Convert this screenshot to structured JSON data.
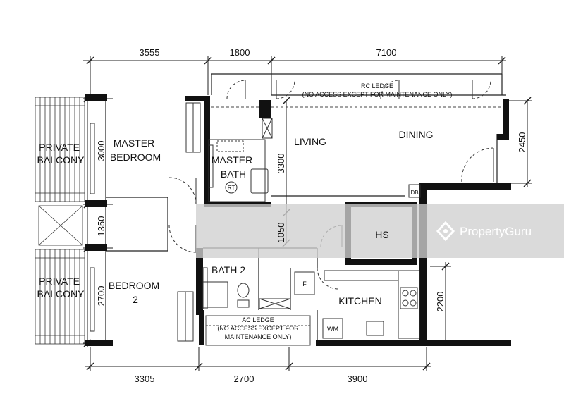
{
  "dimensions": {
    "top": [
      "3555",
      "1800",
      "7100"
    ],
    "bottom": [
      "3305",
      "2700",
      "3900"
    ],
    "left": [
      "3000",
      "1350",
      "2700"
    ],
    "inner": [
      "3300",
      "1050"
    ],
    "right": [
      "2450",
      "2200"
    ]
  },
  "rooms": {
    "private_balcony_1": "PRIVATE BALCONY",
    "private_balcony_2": "PRIVATE BALCONY",
    "master_bedroom": "MASTER BEDROOM",
    "master_bath": "MASTER BATH",
    "living": "LIVING",
    "dining": "DINING",
    "bath_2": "BATH 2",
    "bedroom_2": "BEDROOM 2",
    "kitchen": "KITCHEN",
    "hs": "HS"
  },
  "ledges": {
    "rc_ledge_title": "RC LEDGE",
    "rc_ledge_note": "(NO ACCESS EXCEPT FOR MAINTENANCE ONLY)",
    "ac_ledge_title": "AC LEDGE",
    "ac_ledge_note_1": "(NO ACCESS EXCEPT FOR",
    "ac_ledge_note_2": "MAINTENANCE ONLY)"
  },
  "fixtures": {
    "rt": "RT",
    "db": "DB",
    "fridge": "F",
    "washing_machine": "WM"
  },
  "watermark": "PropertyGuru"
}
